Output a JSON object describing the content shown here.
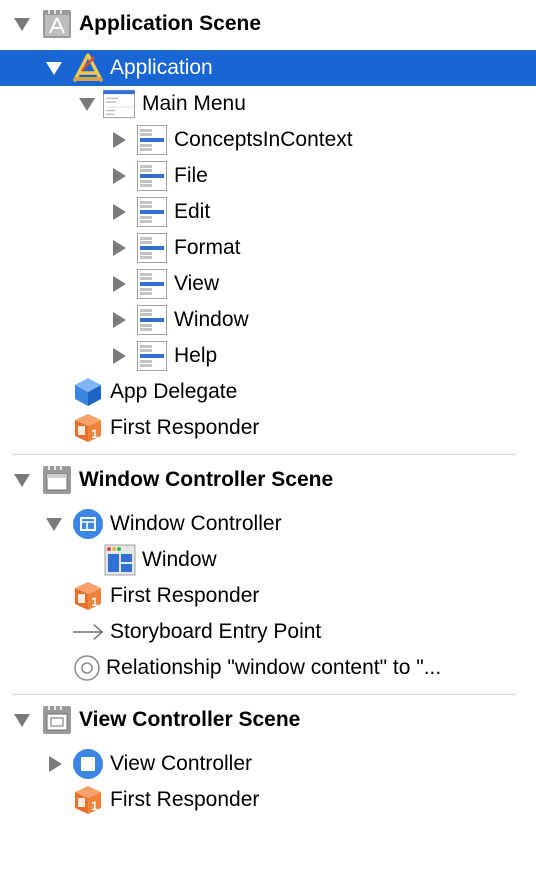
{
  "outline": {
    "application_scene": {
      "title": "Application Scene",
      "application": {
        "label": "Application",
        "main_menu": {
          "label": "Main Menu",
          "items": [
            "ConceptsInContext",
            "File",
            "Edit",
            "Format",
            "View",
            "Window",
            "Help"
          ]
        },
        "app_delegate": "App Delegate",
        "first_responder": "First Responder"
      }
    },
    "window_controller_scene": {
      "title": "Window Controller Scene",
      "window_controller": {
        "label": "Window Controller",
        "window": "Window"
      },
      "first_responder": "First Responder",
      "storyboard_entry_point": "Storyboard Entry Point",
      "relationship": "Relationship \"window content\" to \"..."
    },
    "view_controller_scene": {
      "title": "View Controller Scene",
      "view_controller": "View Controller",
      "first_responder": "First Responder"
    }
  },
  "colors": {
    "selection": "#1865d3",
    "disclosure": "#7a7a7a",
    "cube_blue": "#3b84e0",
    "responder_orange": "#f07a30",
    "controller_blue": "#3c87e2"
  }
}
